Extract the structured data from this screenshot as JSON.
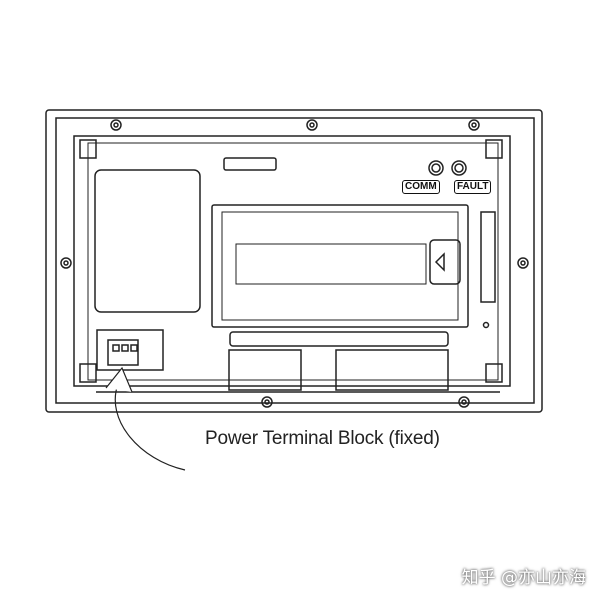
{
  "diagram": {
    "caption": "Power Terminal Block (fixed)",
    "indicators": [
      {
        "label": "COMM"
      },
      {
        "label": "FAULT"
      }
    ]
  },
  "watermark": "知乎 @亦山亦海"
}
